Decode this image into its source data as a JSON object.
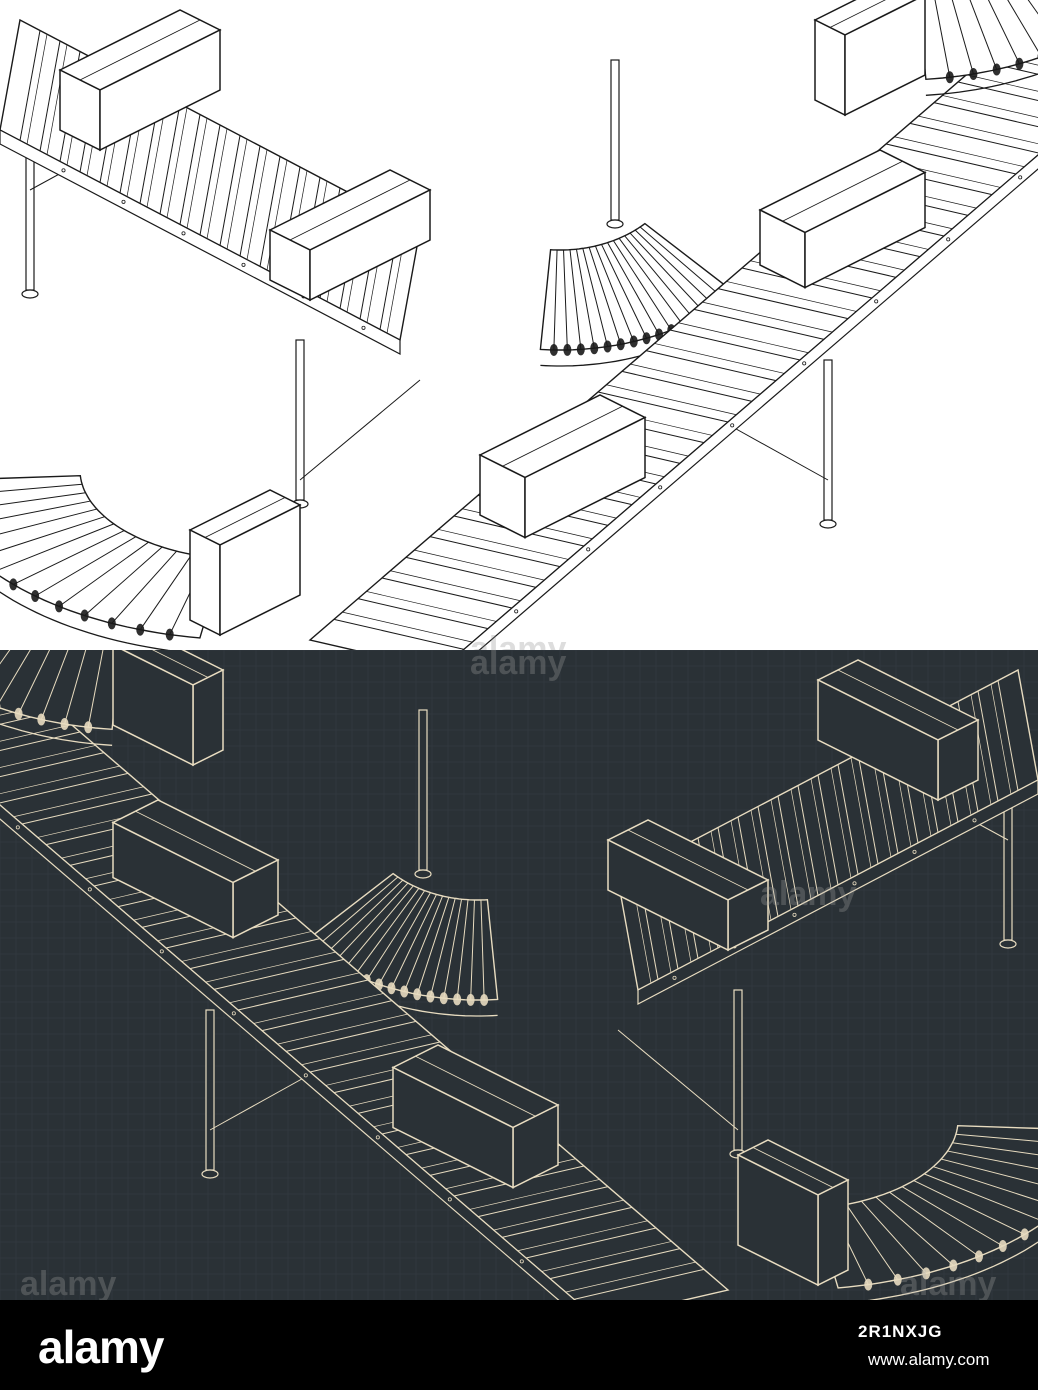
{
  "watermark": {
    "brand": "alamy"
  },
  "footer": {
    "logo": "alamy",
    "image_id": "2R1NXJG",
    "site": "www.alamy.com"
  },
  "colors": {
    "light_bg": "#ffffff",
    "light_line": "#1a1a1a",
    "dark_bg": "#2a3136",
    "dark_line": "#e8dcc0",
    "grid": "#363e44"
  }
}
